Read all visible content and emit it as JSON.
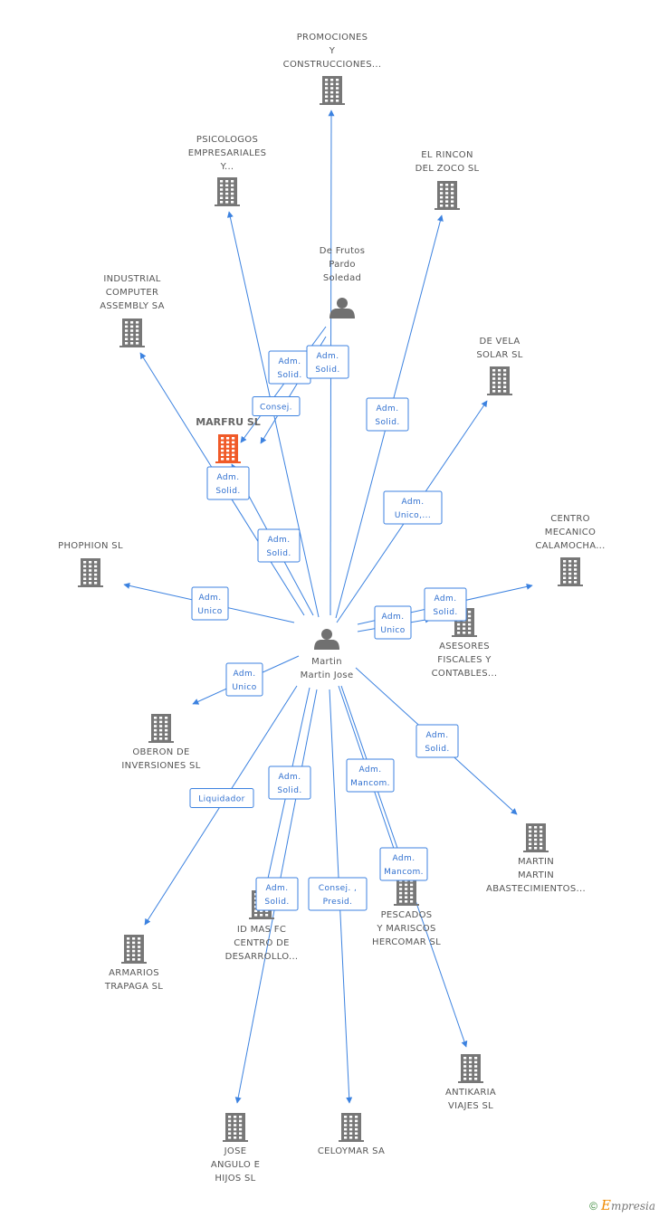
{
  "colors": {
    "edge": "#3c82e0",
    "building": "#777777",
    "highlight": "#f05a28",
    "person": "#707070"
  },
  "nodes": [
    {
      "id": "promociones",
      "label": [
        "PROMOCIONES",
        "Y",
        "CONSTRUCCIONES..."
      ],
      "icon": "building-icon"
    },
    {
      "id": "psicologos",
      "label": [
        "PSICOLOGOS",
        "EMPRESARIALES",
        "Y..."
      ],
      "icon": "building-icon"
    },
    {
      "id": "rincon",
      "label": [
        "EL RINCON",
        "DEL ZOCO SL"
      ],
      "icon": "building-icon"
    },
    {
      "id": "defrutos",
      "label": [
        "De Frutos",
        "Pardo",
        "Soledad"
      ],
      "icon": "person-icon"
    },
    {
      "id": "industrial",
      "label": [
        "INDUSTRIAL",
        "COMPUTER",
        "ASSEMBLY SA"
      ],
      "icon": "building-icon"
    },
    {
      "id": "devela",
      "label": [
        "DE VELA",
        "SOLAR SL"
      ],
      "icon": "building-icon"
    },
    {
      "id": "marfru",
      "label": [
        "MARFRU SL"
      ],
      "icon": "building-icon",
      "highlight": true
    },
    {
      "id": "centro",
      "label": [
        "CENTRO",
        "MECANICO",
        "CALAMOCHA..."
      ],
      "icon": "building-icon"
    },
    {
      "id": "phophion",
      "label": [
        "PHOPHION SL"
      ],
      "icon": "building-icon"
    },
    {
      "id": "asesores",
      "label": [
        "ASESORES",
        "FISCALES Y",
        "CONTABLES..."
      ],
      "icon": "building-icon"
    },
    {
      "id": "martin",
      "label": [
        "Martin",
        "Martin Jose"
      ],
      "icon": "person-icon"
    },
    {
      "id": "oberon",
      "label": [
        "OBERON DE",
        "INVERSIONES SL"
      ],
      "icon": "building-icon"
    },
    {
      "id": "abastecimientos",
      "label": [
        "MARTIN",
        "MARTIN",
        "ABASTECIMIENTOS..."
      ],
      "icon": "building-icon"
    },
    {
      "id": "idmas",
      "label": [
        "ID MAS FC",
        "CENTRO DE",
        "DESARROLLO..."
      ],
      "icon": "building-icon"
    },
    {
      "id": "pescados",
      "label": [
        "PESCADOS",
        "Y MARISCOS",
        "HERCOMAR SL"
      ],
      "icon": "building-icon"
    },
    {
      "id": "armarios",
      "label": [
        "ARMARIOS",
        "TRAPAGA SL"
      ],
      "icon": "building-icon"
    },
    {
      "id": "antikaria",
      "label": [
        "ANTIKARIA",
        "VIAJES SL"
      ],
      "icon": "building-icon"
    },
    {
      "id": "jose",
      "label": [
        "JOSE",
        "ANGULO E",
        "HIJOS SL"
      ],
      "icon": "building-icon"
    },
    {
      "id": "celoymar",
      "label": [
        "CELOYMAR SA"
      ],
      "icon": "building-icon"
    }
  ],
  "edges": [
    {
      "from": "martin",
      "to": "promociones"
    },
    {
      "from": "martin",
      "to": "psicologos",
      "label": [
        "Adm.",
        "Solid."
      ]
    },
    {
      "from": "martin",
      "to": "rincon",
      "label": [
        "Adm.",
        "Solid."
      ]
    },
    {
      "from": "defrutos",
      "to": "marfru",
      "label": [
        "Consej."
      ]
    },
    {
      "from": "defrutos",
      "to": "psicologos",
      "label": [
        "Adm.",
        "Solid."
      ]
    },
    {
      "from": "martin",
      "to": "industrial",
      "label": [
        "Adm.",
        "Solid."
      ]
    },
    {
      "from": "martin",
      "to": "marfru",
      "label": [
        "Adm.",
        "Solid."
      ]
    },
    {
      "from": "martin",
      "to": "devela",
      "label": [
        "Adm.",
        "Unico,..."
      ]
    },
    {
      "from": "martin",
      "to": "centro",
      "label": [
        "Adm.",
        "Solid."
      ]
    },
    {
      "from": "martin",
      "to": "phophion",
      "label": [
        "Adm.",
        "Unico"
      ]
    },
    {
      "from": "martin",
      "to": "asesores",
      "label": [
        "Adm.",
        "Unico"
      ]
    },
    {
      "from": "martin",
      "to": "oberon",
      "label": [
        "Adm.",
        "Unico"
      ]
    },
    {
      "from": "martin",
      "to": "abastecimientos",
      "label": [
        "Adm.",
        "Solid."
      ]
    },
    {
      "from": "martin",
      "to": "armarios",
      "label": [
        "Liquidador"
      ]
    },
    {
      "from": "martin",
      "to": "idmas",
      "label": [
        "Adm.",
        "Solid."
      ]
    },
    {
      "from": "martin",
      "to": "pescados",
      "label": [
        "Adm.",
        "Mancom."
      ]
    },
    {
      "from": "martin",
      "to": "antikaria",
      "label": [
        "Adm.",
        "Mancom."
      ]
    },
    {
      "from": "martin",
      "to": "jose",
      "label": [
        "Adm.",
        "Solid."
      ]
    },
    {
      "from": "martin",
      "to": "celoymar",
      "label": [
        "Consej. ,",
        "Presid."
      ]
    }
  ],
  "footer": {
    "copyright": "©",
    "brand_initial": "E",
    "brand_rest": "mpresia"
  }
}
